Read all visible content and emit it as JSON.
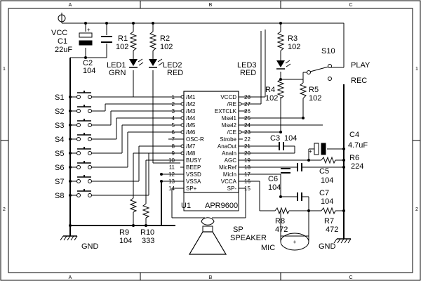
{
  "frame": {
    "top_letters": [
      "A",
      "B",
      "C"
    ],
    "bottom_letters": [
      "A",
      "B",
      "C"
    ],
    "left_numbers": [
      "1",
      "2"
    ],
    "right_numbers": [
      "1",
      "2"
    ]
  },
  "power": {
    "vcc": "VCC",
    "gnd_left": "GND",
    "gnd_right": "GND"
  },
  "components": {
    "C1": {
      "ref": "C1",
      "value": "22uF"
    },
    "C2": {
      "ref": "C2",
      "value": "104"
    },
    "R1": {
      "ref": "R1",
      "value": "102"
    },
    "R2": {
      "ref": "R2",
      "value": "102"
    },
    "R3": {
      "ref": "R3",
      "value": "102"
    },
    "R4": {
      "ref": "R4",
      "value": "102"
    },
    "R5": {
      "ref": "R5",
      "value": "102"
    },
    "R6": {
      "ref": "R6",
      "value": "224"
    },
    "R7": {
      "ref": "R7",
      "value": "472"
    },
    "R8": {
      "ref": "R8",
      "value": "472"
    },
    "R9": {
      "ref": "R9",
      "value": "104"
    },
    "R10": {
      "ref": "R10",
      "value": "333"
    },
    "C3": {
      "ref": "C3",
      "value": "104"
    },
    "C4": {
      "ref": "C4",
      "value": "4.7uF"
    },
    "C5": {
      "ref": "C5",
      "value": "104"
    },
    "C6": {
      "ref": "C6",
      "value": "104"
    },
    "C7": {
      "ref": "C7",
      "value": "104"
    },
    "LED1": {
      "ref": "LED1",
      "value": "GRN"
    },
    "LED2": {
      "ref": "LED2",
      "value": "RED"
    },
    "LED3": {
      "ref": "LED3",
      "value": "RED"
    },
    "S10": {
      "ref": "S10",
      "play": "PLAY",
      "rec": "REC"
    },
    "SP": {
      "ref": "SP",
      "value": "SPEAKER"
    },
    "MIC": {
      "ref": "MIC"
    }
  },
  "switches": [
    "S1",
    "S2",
    "S3",
    "S4",
    "S5",
    "S6",
    "S7",
    "S8"
  ],
  "chip": {
    "ref": "U1",
    "part": "APR9600",
    "left_pins": [
      {
        "num": "1",
        "name": "/M1"
      },
      {
        "num": "2",
        "name": "/M2"
      },
      {
        "num": "3",
        "name": "/M3"
      },
      {
        "num": "4",
        "name": "/M4"
      },
      {
        "num": "5",
        "name": "/M5"
      },
      {
        "num": "6",
        "name": "/M6"
      },
      {
        "num": "7",
        "name": "OSC-R"
      },
      {
        "num": "8",
        "name": "/M7"
      },
      {
        "num": "9",
        "name": "/M8"
      },
      {
        "num": "10",
        "name": "BUSY"
      },
      {
        "num": "11",
        "name": "BEEP"
      },
      {
        "num": "12",
        "name": "VSSD"
      },
      {
        "num": "13",
        "name": "VSSA"
      },
      {
        "num": "14",
        "name": "SP+"
      }
    ],
    "right_pins": [
      {
        "num": "28",
        "name": "VCCD"
      },
      {
        "num": "27",
        "name": "/RE"
      },
      {
        "num": "26",
        "name": "EXTCLK"
      },
      {
        "num": "25",
        "name": "Msel1"
      },
      {
        "num": "24",
        "name": "Msel2"
      },
      {
        "num": "23",
        "name": "/CE"
      },
      {
        "num": "22",
        "name": "Strobe"
      },
      {
        "num": "21",
        "name": "AnaOut"
      },
      {
        "num": "20",
        "name": "AnaIn"
      },
      {
        "num": "19",
        "name": "AGC"
      },
      {
        "num": "18",
        "name": "MicRef"
      },
      {
        "num": "17",
        "name": "MicIn"
      },
      {
        "num": "16",
        "name": "VCCA"
      },
      {
        "num": "15",
        "name": "SP-"
      }
    ]
  }
}
